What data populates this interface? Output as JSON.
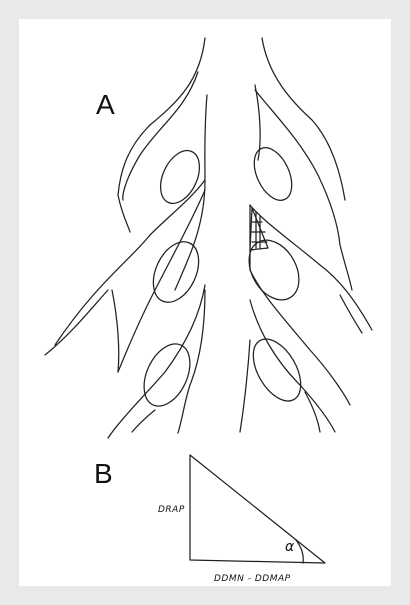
{
  "panel_a": {
    "label": "A"
  },
  "panel_b": {
    "label": "B",
    "vertical_side_label": "DRAP",
    "horizontal_side_label": "DDMN - DDMAP",
    "angle_label": "α"
  }
}
